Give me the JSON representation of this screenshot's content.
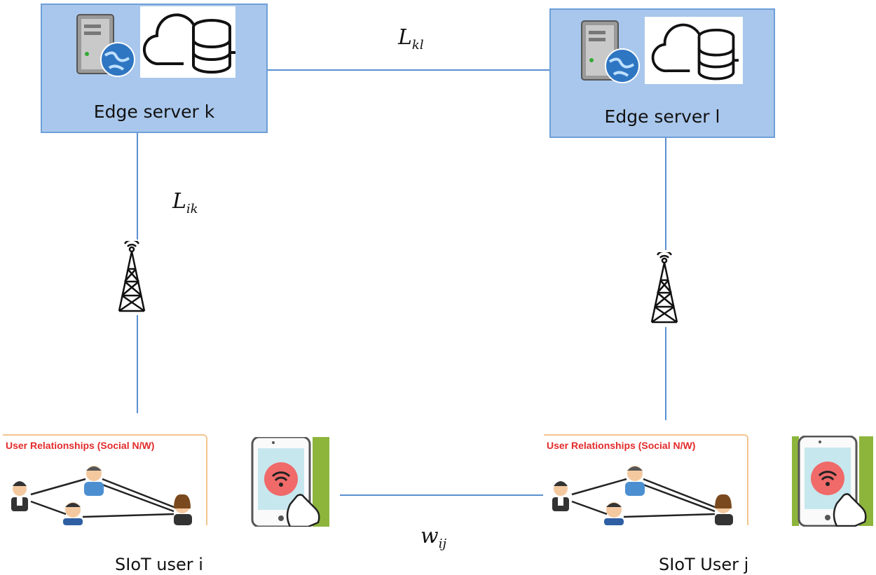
{
  "servers": [
    {
      "label": "Edge server k"
    },
    {
      "label": "Edge server l"
    }
  ],
  "links": {
    "kl": {
      "base": "L",
      "sub": "kl"
    },
    "ik": {
      "base": "L",
      "sub": "ik"
    },
    "ij": {
      "base": "w",
      "sub": "ij"
    }
  },
  "users": [
    {
      "label": "SIoT user i",
      "social_title": "User Relationships (Social N/W)"
    },
    {
      "label": "SIoT User j",
      "social_title": "User Relationships (Social N/W)"
    }
  ],
  "colors": {
    "server_fill": "#a9c7ec",
    "server_border": "#6e9fd8",
    "link_line": "#5b8fd0",
    "social_title": "#e32b2b",
    "phone_frame": "#8db53c",
    "wifi_circle": "#f06a6a"
  },
  "icons": [
    "server-globe-icon",
    "cloud-database-icon",
    "cell-tower-icon",
    "social-network-icon",
    "smartphone-wifi-icon",
    "hand-pointer-icon"
  ]
}
